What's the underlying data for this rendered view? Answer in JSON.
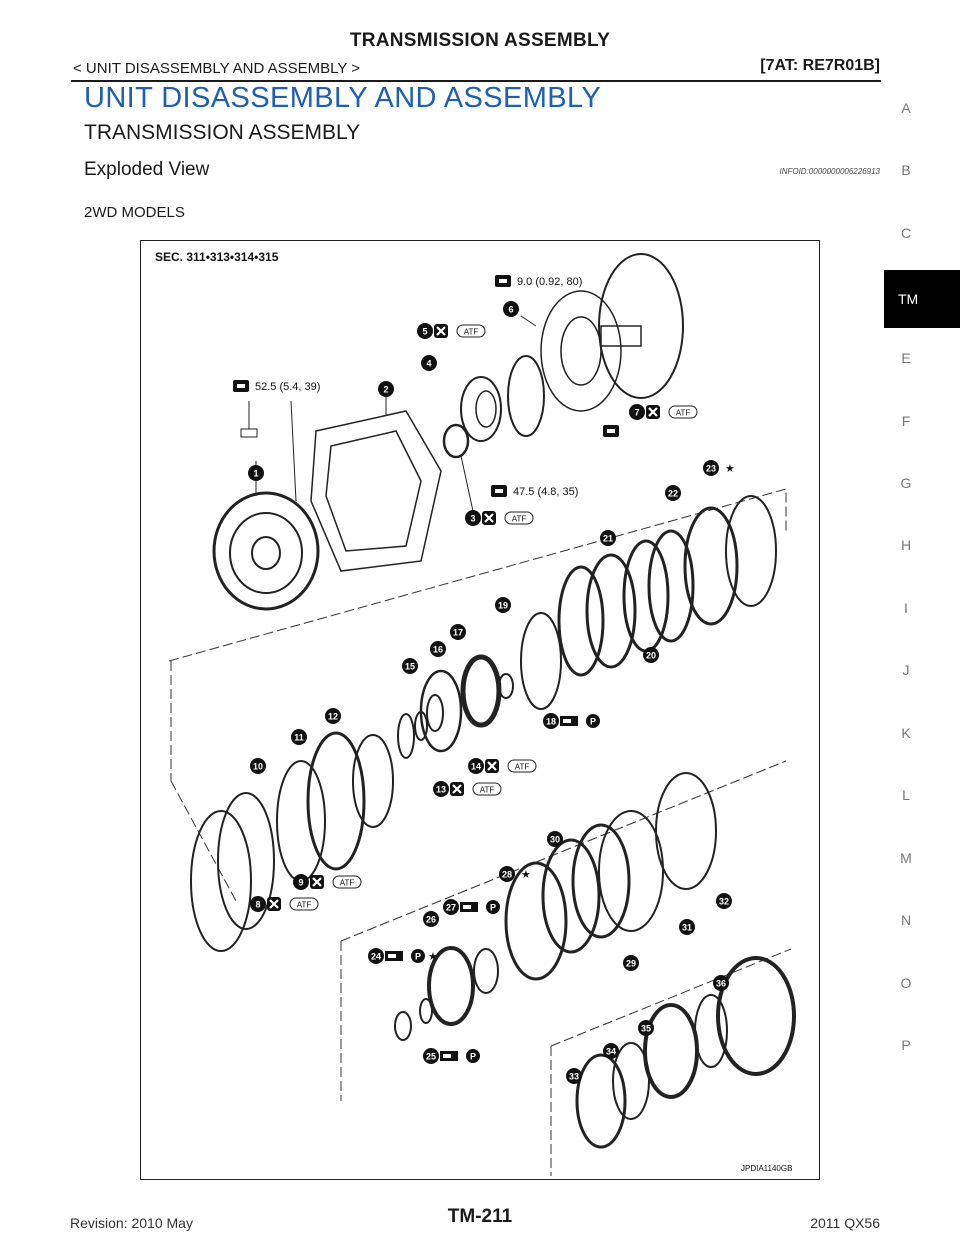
{
  "header": {
    "title": "TRANSMISSION ASSEMBLY",
    "breadcrumb": "< UNIT DISASSEMBLY AND ASSEMBLY >",
    "model_code": "[7AT: RE7R01B]"
  },
  "content": {
    "section_title": "UNIT DISASSEMBLY AND ASSEMBLY",
    "sub_title": "TRANSMISSION ASSEMBLY",
    "exploded_title": "Exploded View",
    "infoid": "INFOID:0000000006226913",
    "models": "2WD MODELS"
  },
  "figure": {
    "sec": "SEC. 311•313•314•315",
    "torque_1": "9.0 (0.92, 80)",
    "torque_2": "52.5 (5.4, 39)",
    "torque_3": "47.5 (4.8, 35)",
    "atf": "ATF",
    "p": "P",
    "star": "★",
    "figure_id": "JPDIA1140GB",
    "callouts": [
      "1",
      "2",
      "3",
      "4",
      "5",
      "6",
      "7",
      "8",
      "9",
      "10",
      "11",
      "12",
      "13",
      "14",
      "15",
      "16",
      "17",
      "18",
      "19",
      "20",
      "21",
      "22",
      "23",
      "24",
      "25",
      "26",
      "27",
      "28",
      "29",
      "30",
      "31",
      "32",
      "33",
      "34",
      "35",
      "36"
    ]
  },
  "side_index": {
    "letters": [
      "A",
      "B",
      "C",
      "TM",
      "E",
      "F",
      "G",
      "H",
      "I",
      "J",
      "K",
      "L",
      "M",
      "N",
      "O",
      "P"
    ],
    "active": "TM"
  },
  "footer": {
    "revision": "Revision: 2010 May",
    "page": "TM-211",
    "model": "2011 QX56"
  },
  "colors": {
    "title_blue": "#1c5fb3",
    "active_tab": "#000000"
  }
}
